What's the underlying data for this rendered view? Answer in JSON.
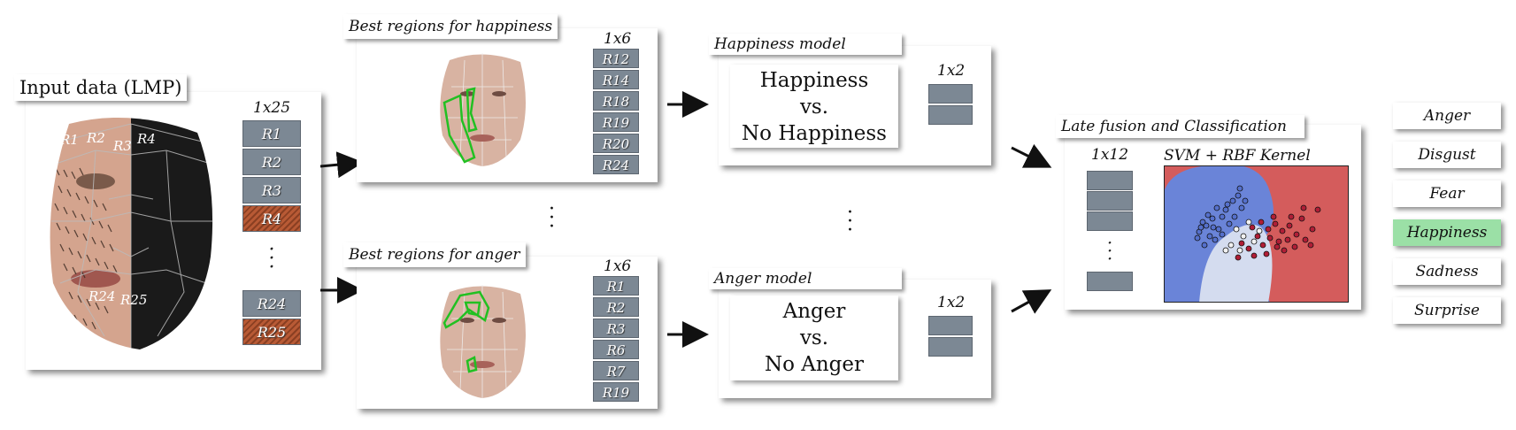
{
  "input": {
    "title": "Input data (LMP)",
    "dim": "1x25",
    "face_labels": [
      "R1",
      "R2",
      "R3",
      "R4",
      "R24",
      "R25"
    ],
    "cells": [
      "R1",
      "R2",
      "R3",
      "R4",
      "R24",
      "R25"
    ],
    "highlighted_cells": [
      "R4",
      "R25"
    ]
  },
  "happiness_regions": {
    "title": "Best regions for happiness",
    "dim": "1x6",
    "cells": [
      "R12",
      "R14",
      "R18",
      "R19",
      "R20",
      "R24"
    ]
  },
  "anger_regions": {
    "title": "Best regions for anger",
    "dim": "1x6",
    "cells": [
      "R1",
      "R2",
      "R3",
      "R6",
      "R7",
      "R19"
    ]
  },
  "happiness_model": {
    "title": "Happiness model",
    "lines": [
      "Happiness",
      "vs.",
      "No Happiness"
    ],
    "dim": "1x2"
  },
  "anger_model": {
    "title": "Anger  model",
    "lines": [
      "Anger",
      "vs.",
      "No Anger"
    ],
    "dim": "1x2"
  },
  "fusion": {
    "title": "Late fusion and Classification",
    "dim": "1x12",
    "plot_title": "SVM + RBF Kernel"
  },
  "outputs": [
    "Anger",
    "Disgust",
    "Fear",
    "Happiness",
    "Sadness",
    "Surprise"
  ],
  "selected_output": "Happiness",
  "colors": {
    "cell": "#7c8894",
    "highlight": "#b85a35",
    "selected": "#9be0a6",
    "region_outline": "#22c022",
    "class_blue": "#6a84d8",
    "class_red": "#d45c5c"
  }
}
